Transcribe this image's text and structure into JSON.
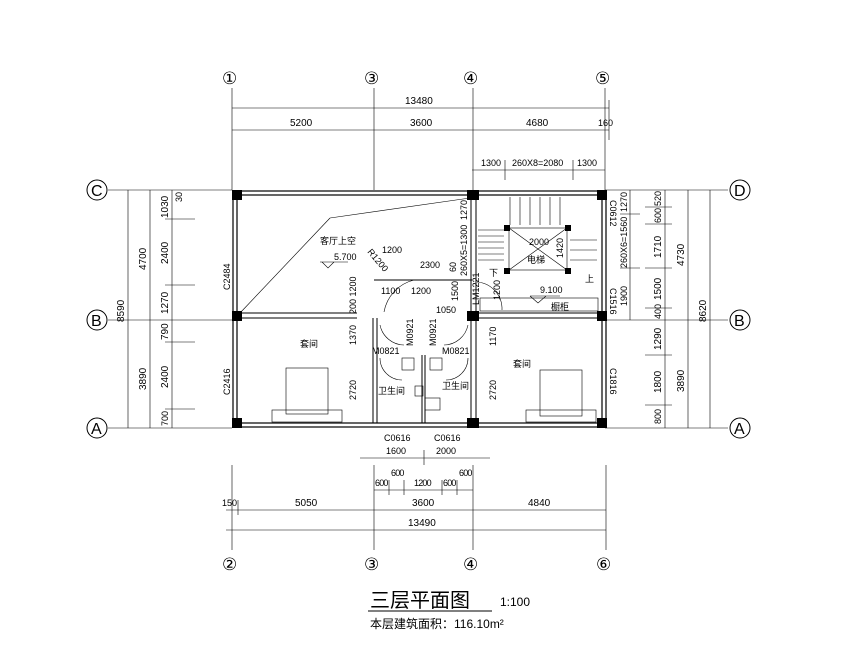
{
  "title": "三层平面图",
  "scale": "1:100",
  "area_note": "本层建筑面积：116.10m²",
  "axes": {
    "top": [
      "1",
      "3",
      "4",
      "5"
    ],
    "bottom": [
      "2",
      "3",
      "4",
      "6"
    ],
    "left": [
      "C",
      "B",
      "A"
    ],
    "right": [
      "D",
      "B",
      "A"
    ]
  },
  "axis_glyphs": {
    "1": "①",
    "2": "②",
    "3": "③",
    "4": "④",
    "5": "⑤",
    "6": "⑥"
  },
  "top_dims": {
    "total": "13480",
    "seg": [
      "5200",
      "3600",
      "4680",
      "160"
    ],
    "stair": [
      "1300",
      "260X8=2080",
      "1300"
    ]
  },
  "bottom_dims": {
    "total": "13490",
    "seg": [
      "150",
      "5050",
      "3600",
      "4840"
    ],
    "sub": [
      "600",
      "600",
      "1200",
      "600",
      "600"
    ],
    "win": [
      "1600",
      "2000"
    ]
  },
  "left_dims": {
    "total": "8590",
    "seg": [
      "4700",
      "3890"
    ],
    "sub": [
      "30",
      "1030",
      "2400",
      "1270",
      "790",
      "2400",
      "700"
    ]
  },
  "right_dims": {
    "total": "8620",
    "seg": [
      "4730",
      "3890"
    ],
    "sub": [
      "520",
      "600",
      "1710",
      "1500",
      "400",
      "1290",
      "1800",
      "800"
    ],
    "stair": [
      "1270",
      "260X6=1560",
      "1900"
    ]
  },
  "rooms": {
    "living_void": "客厅上空",
    "elev1": "5.700",
    "bed1": "套间",
    "bed2": "套间",
    "bath1": "卫生间",
    "bath2": "卫生间",
    "elevator": "电梯",
    "cabinet": "橱柜",
    "elev2": "9.100",
    "down": "下",
    "up": "上"
  },
  "windows": {
    "w1": "C2484",
    "w2": "C2416",
    "w3": "C0612",
    "w4": "C1516",
    "w5": "C1816",
    "w6": "C0616",
    "w7": "C0616"
  },
  "doors": {
    "d1": "M0821",
    "d2": "M0921",
    "d3": "M0921",
    "d4": "M0821",
    "d5": "LM1221"
  },
  "inner_dims": {
    "r": "R1200",
    "a": "1200",
    "b": "2300",
    "c": "260X5=1300",
    "d": "1270",
    "e": "1100",
    "f": "1200",
    "g": "1500",
    "h": "1050",
    "i": "200 1200",
    "j": "1370",
    "k": "2720",
    "l": "1170",
    "m": "2720",
    "n": "1200",
    "o": "2000",
    "p": "1420",
    "q": "60"
  }
}
